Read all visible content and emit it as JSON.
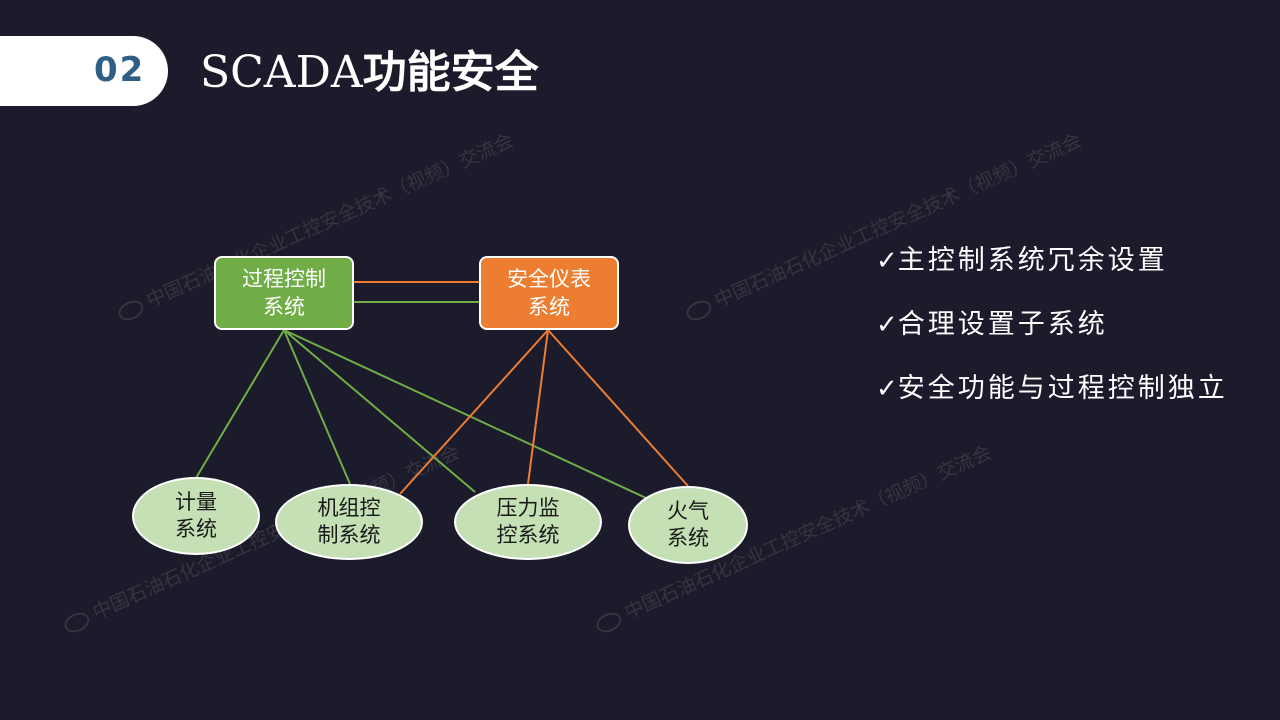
{
  "slide": {
    "number": "02",
    "title_latin": "SCADA",
    "title_cjk": "功能安全"
  },
  "diagram": {
    "top_nodes": [
      {
        "label": "过程控制\n系统",
        "color": "#70ad47"
      },
      {
        "label": "安全仪表\n系统",
        "color": "#ed7d31"
      }
    ],
    "bottom_nodes": [
      {
        "label": "计量\n系统"
      },
      {
        "label": "机组控\n制系统"
      },
      {
        "label": "压力监\n控系统"
      },
      {
        "label": "火气\n系统"
      }
    ],
    "line_colors": {
      "green": "#70ad47",
      "orange": "#ed7d31"
    }
  },
  "bullets": {
    "check_mark": "✓",
    "items": [
      "主控制系统冗余设置",
      "合理设置子系统",
      "安全功能与过程控制独立"
    ]
  },
  "watermark": {
    "text": "中国石油石化企业工控安全技术（视频）交流会"
  },
  "colors": {
    "background": "#1b1b2b",
    "number_color": "#2f5f86",
    "bottom_node_fill": "#c5e0b4"
  }
}
